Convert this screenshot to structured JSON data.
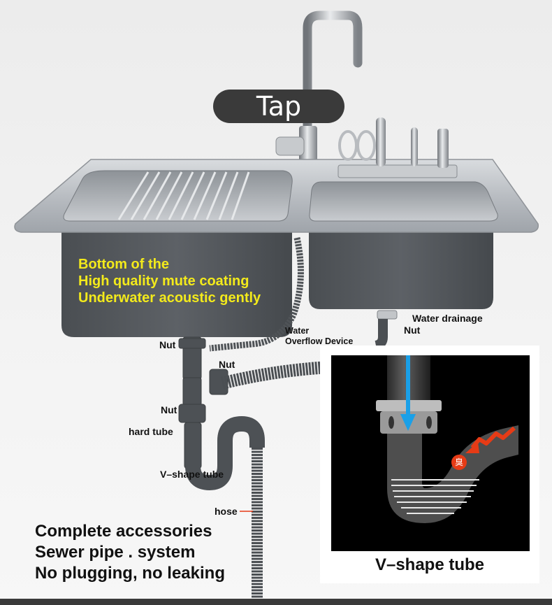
{
  "tap_label": "Tap",
  "coating_lines": [
    "Bottom of the",
    "High quality mute coating",
    "Underwater acoustic gently"
  ],
  "labels": {
    "water_drainage": "Water drainage",
    "nut_right": "Nut",
    "water_overflow_1": "Water",
    "water_overflow_2": "Overflow Device",
    "nut_left_top": "Nut",
    "nut_middle": "Nut",
    "nut_lower": "Nut",
    "hard_tube": "hard tube",
    "v_shape_tube": "V–shape tube",
    "hose": "hose"
  },
  "bottom_lines": [
    "Complete accessories",
    "Sewer pipe . system",
    "No plugging, no leaking"
  ],
  "inset": {
    "caption": "V–shape tube",
    "smell_glyph": "臭"
  },
  "colors": {
    "coating_text": "#f3ea1b",
    "pill_bg": "#3a3a3a",
    "arrow_blue": "#1aa0e8",
    "arrow_red": "#e63b16"
  }
}
